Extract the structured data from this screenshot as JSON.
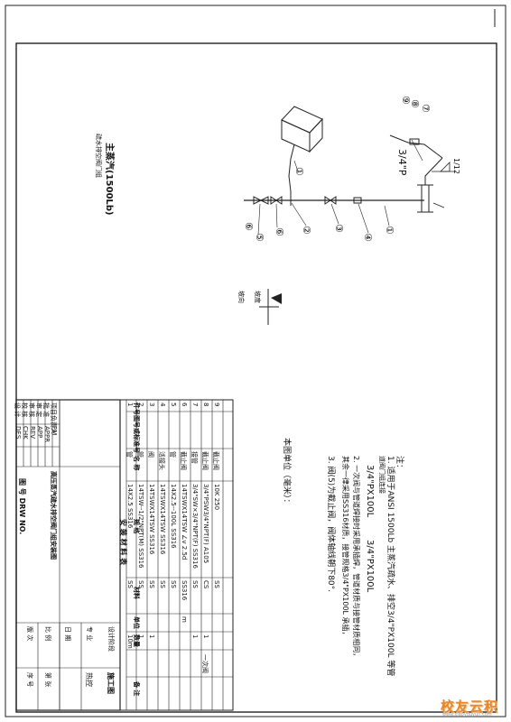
{
  "header_note": {
    "line1": "主蒸汽(1500Lb)",
    "line2": "疏水排空阀门组"
  },
  "fig_label": "3/4\"P",
  "slope_label": "1/12",
  "legend": {
    "label_top": "坡度",
    "label_bottom": "坡向"
  },
  "callouts": [
    "①",
    "②",
    "③",
    "④",
    "⑤",
    "⑥",
    "⑦",
    "⑧",
    "⑨"
  ],
  "notes": {
    "title": "注：",
    "n1a": "1. 适用于ANSI 1500Lb 主蒸汽疏水、排空3/4\"PX100L 等管",
    "n1b": "    道阀门组连接",
    "formula_left": "3/4\"PX100L",
    "formula_right": "3/4\"PX100L",
    "n2a": "2. 一次阀与管道焊接时采用承插焊，管道材质与接管材质相同，",
    "n2b": "    其余一律采用SS316材质，接管规格3/4\"PX100L 承插，",
    "n3": "3. 阀(5)为截止阀，阀体轴线朝下80°.",
    "unit_label": "本图单位（毫米）："
  },
  "bom": {
    "headers": {
      "no": "件号",
      "code": "图号或标准号",
      "name": "名 称",
      "spec": "规 格",
      "material": "材料",
      "unit": "单位",
      "qty": "数量",
      "remark": "备 注"
    },
    "rows": [
      {
        "no": "9",
        "code": "",
        "name": "截止阀",
        "spec": "10K 250",
        "material": "SS",
        "unit": "",
        "qty": "",
        "remark": ""
      },
      {
        "no": "8",
        "code": "",
        "name": "截止阀",
        "spec": "3/4\"PSW3/4\"NPT(F) A105",
        "material": "CS",
        "unit": "",
        "qty": "1",
        "remark": "一次阀"
      },
      {
        "no": "7",
        "code": "",
        "name": "接管",
        "spec": "3/4\"SW×3/4\"NPT(F)  SS316",
        "material": "SS",
        "unit": "",
        "qty": "1",
        "remark": ""
      },
      {
        "no": "6",
        "code": "",
        "name": "截止阀",
        "spec": "14TSWX14TSW  ∠v  2.5d",
        "material": "SS316",
        "unit": "m",
        "qty": "",
        "remark": ""
      },
      {
        "no": "5",
        "code": "",
        "name": "管",
        "spec": "14X2.5--100L  SS316",
        "material": "SS",
        "unit": "",
        "qty": "",
        "remark": ""
      },
      {
        "no": "4",
        "code": "",
        "name": "活接头",
        "spec": "14TSWX14TSW  SS316",
        "material": "SS",
        "unit": "",
        "qty": "",
        "remark": ""
      },
      {
        "no": "3",
        "code": "",
        "name": "阀",
        "spec": "14TSWX14TSW  SS316",
        "material": "SS",
        "unit": "",
        "qty": "1",
        "remark": ""
      },
      {
        "no": "2",
        "code": "",
        "name": "管",
        "spec": "14TSW--1/2\"NPT(M)  SS316",
        "material": "SS",
        "unit": "",
        "qty": "1",
        "remark": ""
      },
      {
        "no": "1",
        "code": "",
        "name": "管",
        "spec": "14X2.5 SS316",
        "material": "SS",
        "unit": "",
        "qty": "10m",
        "remark": ""
      }
    ],
    "footer": "安 装 材 料 表"
  },
  "title_block": {
    "roles": [
      "设 计",
      "校 核",
      "审 核",
      "审 定",
      "批 准",
      "项目负责人"
    ],
    "roles_en": [
      "DES",
      "CHK",
      "REV",
      "APP",
      "APPR",
      "PM"
    ],
    "drawing_title": "高压蒸汽疏水排空阀门组安装图",
    "drawing_no_label": "图 号 DRW NO.",
    "phase_label": "设计阶段",
    "phase_value": "施工图",
    "spec_label": "专 业",
    "spec_value": "热控",
    "date_label": "日 期",
    "scale_label": "比 例",
    "sheet_label": "第 张",
    "rev_label": "版 次",
    "no_label": "序 号"
  },
  "watermark": {
    "text": "校友云积",
    "url": "www.xiaoyouyun.com"
  }
}
